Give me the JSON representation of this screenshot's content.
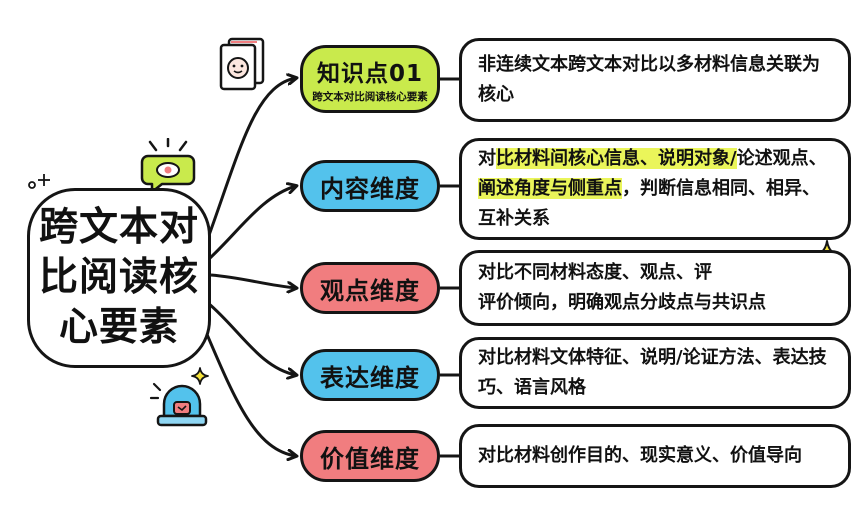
{
  "center": {
    "title": "跨文本对比阅读核心要素"
  },
  "branches": [
    {
      "label": "知识点01",
      "sublabel": "跨文本对比阅读核心要素",
      "description_parts": [
        {
          "text": "非连续文本跨文本对比以多材料信息关联为核心",
          "highlight": false
        }
      ]
    },
    {
      "label": "内容维度",
      "description_parts": [
        {
          "text": "对",
          "highlight": false
        },
        {
          "text": "比材料间核心信息、说明对象/",
          "highlight": true
        },
        {
          "text": "论述观点、",
          "highlight": false
        },
        {
          "text": "阐述角度与侧重点",
          "highlight": true
        },
        {
          "text": "，判断信息相同、相异、互补关系",
          "highlight": false
        }
      ]
    },
    {
      "label": "观点维度",
      "description_parts": [
        {
          "text": "对比不同材料态度、观点、评\n评价倾向，明确观点分歧点与共识点",
          "highlight": false
        }
      ]
    },
    {
      "label": "表达维度",
      "description_parts": [
        {
          "text": "对比材料文体特征、说明/论证方法、表达技巧、语言风格",
          "highlight": false
        }
      ]
    },
    {
      "label": "价值维度",
      "description_parts": [
        {
          "text": "对比材料创作目的、现实意义、价值导向",
          "highlight": false
        }
      ]
    }
  ],
  "colors": {
    "lime": "#c9ea4c",
    "blue": "#53c2ec",
    "red": "#f17d7f",
    "highlight": "#eaf55a",
    "outline": "#151515"
  },
  "icons": [
    "document-face-icon",
    "chat-bubble-eye-icon",
    "sparkle-icon",
    "alarm-light-icon",
    "plus-sparkle-icon"
  ]
}
